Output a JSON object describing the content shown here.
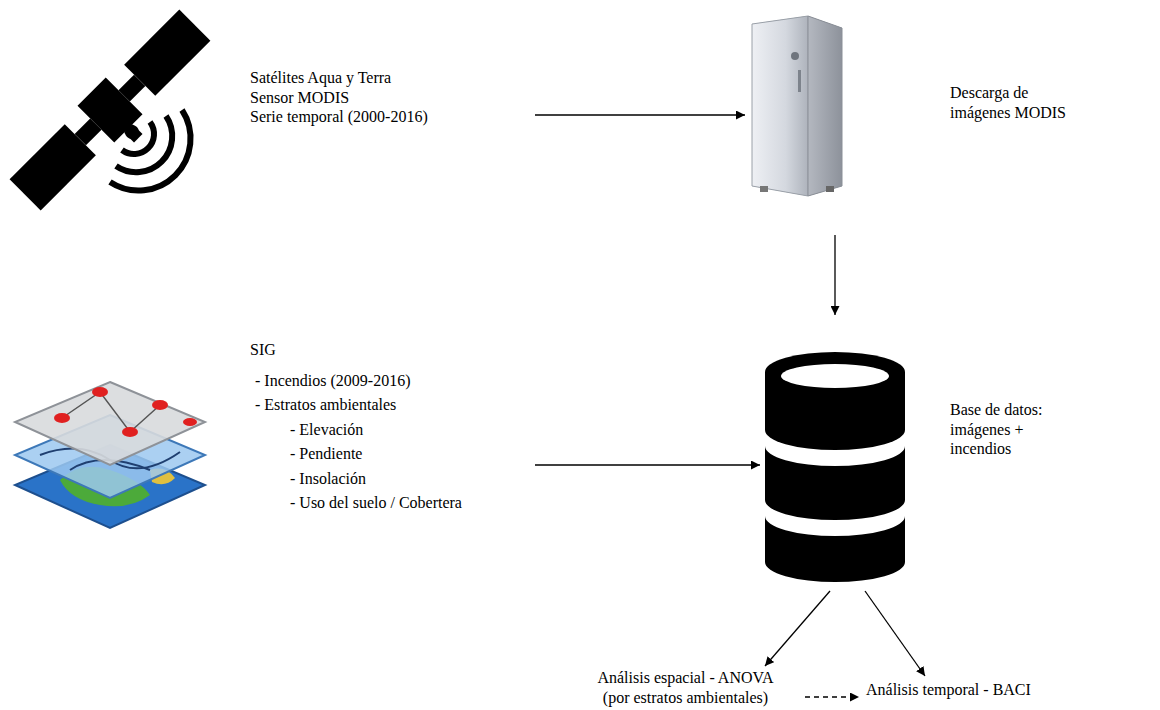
{
  "diagram": {
    "nodes": [
      {
        "text": [
          "Satélites Aqua y Terra",
          "Sensor MODIS",
          "Serie temporal (2000-2016)"
        ]
      },
      {
        "text": [
          "Descarga de imágenes MODIS"
        ]
      },
      {
        "text": [
          "SIG",
          "- Incendios (2009-2016)",
          "- Estratos ambientales",
          "- Elevación",
          "- Pendiente",
          "- Insolación",
          "- Uso del suelo / Cobertera"
        ]
      },
      {
        "text": [
          "Base de datos: imágenes + incendios"
        ]
      },
      {
        "text": [
          "Análisis espacial - ANOVA (por estratos ambientales)"
        ]
      },
      {
        "text": [
          "Análisis temporal - BACI"
        ]
      }
    ],
    "edges": [
      {
        "from": 0,
        "to": 1,
        "arrow": "to"
      },
      {
        "from": 1,
        "to": 3,
        "arrow": "to"
      },
      {
        "from": 2,
        "to": 3,
        "arrow": "to"
      },
      {
        "from": 3,
        "to": 4,
        "arrow": "to"
      },
      {
        "from": 3,
        "to": 5,
        "arrow": "to"
      },
      {
        "from": 4,
        "to": 5,
        "arrow": "to"
      }
    ]
  }
}
